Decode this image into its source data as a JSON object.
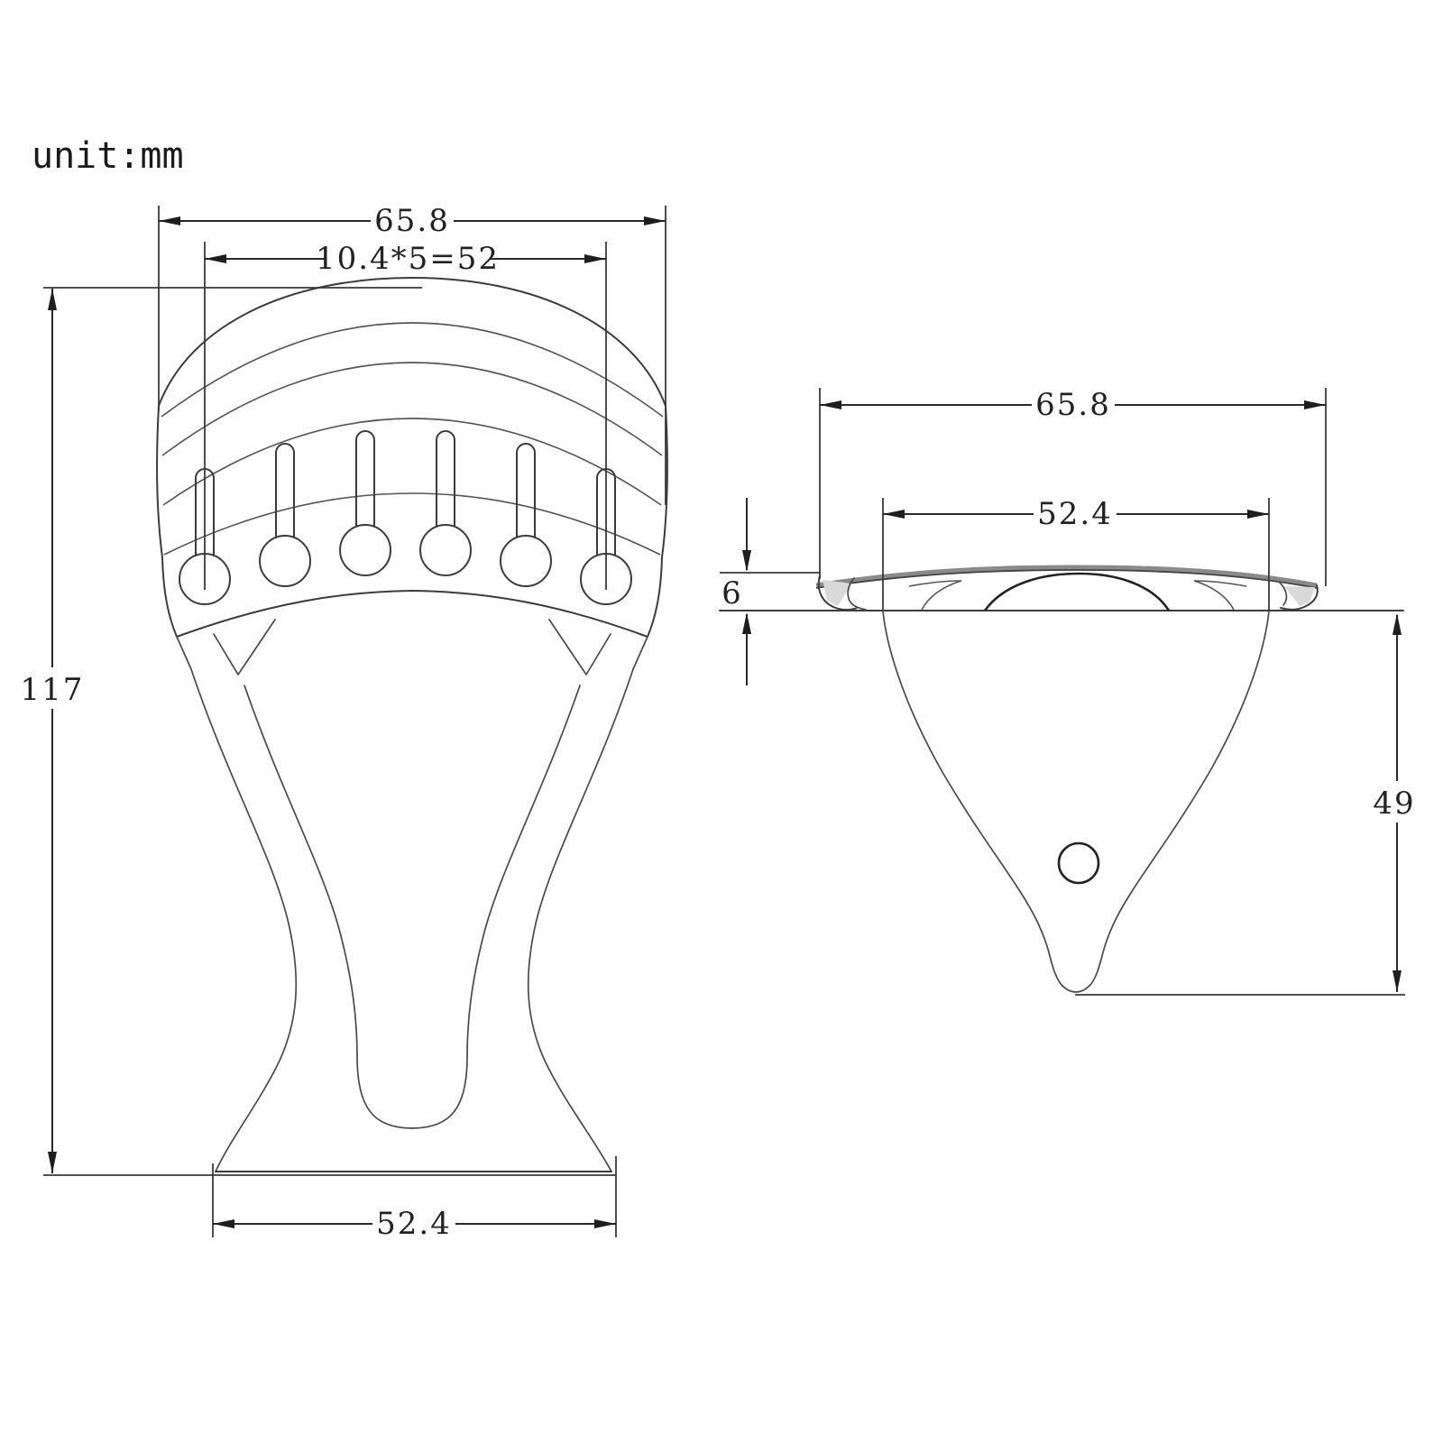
{
  "drawing": {
    "unit_label": "unit:mm",
    "front_view": {
      "name": "tailpiece-front-view",
      "dim_total_width": "65.8",
      "dim_string_spacing": "10.4*5=52",
      "dim_total_height": "117",
      "dim_base_width": "52.4",
      "string_slot_count": 6
    },
    "side_view": {
      "name": "tailpiece-side-view",
      "dim_total_width": "65.8",
      "dim_inner_width": "52.4",
      "dim_plate_thickness": "6",
      "dim_bracket_length": "49"
    },
    "colors": {
      "line": "#2a2a2a",
      "background": "#ffffff",
      "plate_top_gray": "#8a8a8a"
    }
  }
}
